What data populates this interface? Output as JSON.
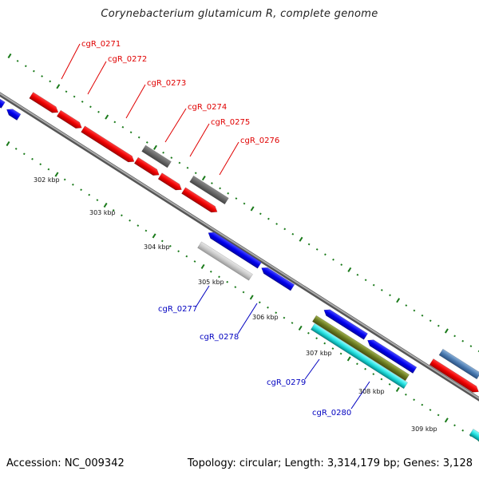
{
  "title": "Corynebacterium glutamicum R, complete genome",
  "footer": {
    "accession": "Accession: NC_009342",
    "topology": "Topology: circular; Length: 3,314,179 bp; Genes: 3,128"
  },
  "colors": {
    "forward_label": "#e00000",
    "reverse_label": "#0000c0",
    "backbone": "#888888",
    "tick": "#1a7a1a"
  },
  "scale": {
    "kbp_labels": [
      "302 kbp",
      "303 kbp",
      "304 kbp",
      "305 kbp",
      "306 kbp",
      "307 kbp",
      "308 kbp",
      "309 kbp"
    ]
  },
  "genes_forward": [
    "cgR_0271",
    "cgR_0272",
    "cgR_0273",
    "cgR_0274",
    "cgR_0275",
    "cgR_0276"
  ],
  "genes_reverse": [
    "cgR_0277",
    "cgR_0278",
    "cgR_0279",
    "cgR_0280"
  ]
}
